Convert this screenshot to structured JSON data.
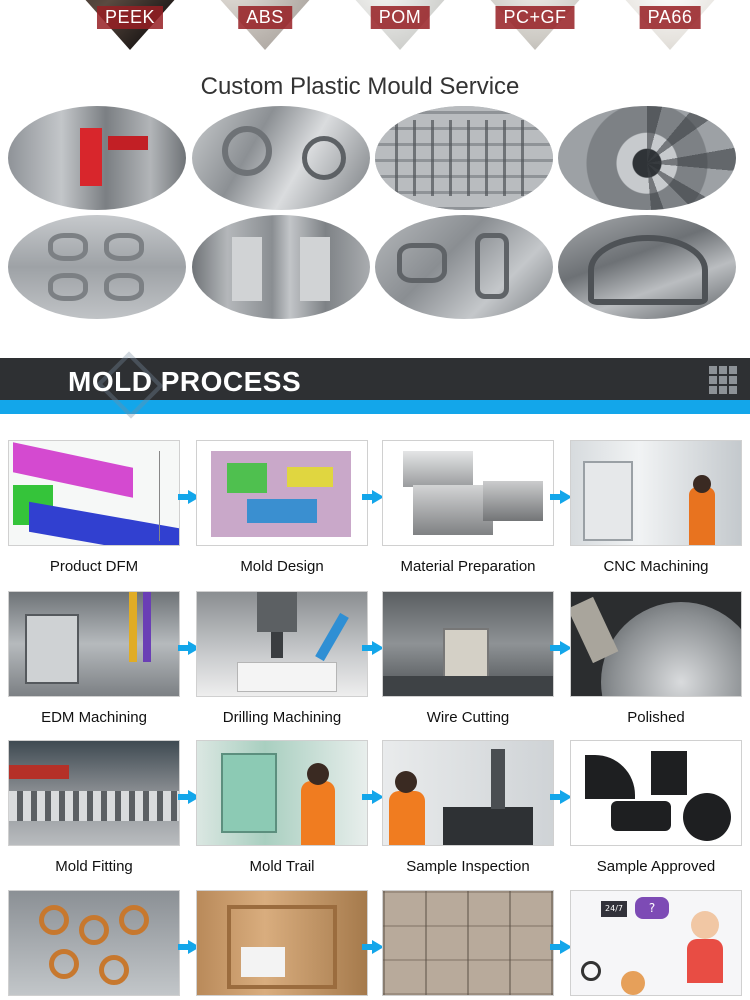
{
  "materials": {
    "items": [
      {
        "label": "PEEK",
        "color": "#3d3430"
      },
      {
        "label": "ABS",
        "color": "#c7c2bc"
      },
      {
        "label": "POM",
        "color": "#dcdcd8"
      },
      {
        "label": "PC+GF",
        "color": "#d8d6d2"
      },
      {
        "label": "PA66",
        "color": "#efede9"
      }
    ]
  },
  "service": {
    "title": "Custom Plastic Mould Service",
    "moulds": [
      {
        "name": "mould-photo-red-slide",
        "tone": "#8f9398",
        "accent": "#d8262c"
      },
      {
        "name": "mould-photo-steel-cavity",
        "tone": "#a9adb1",
        "accent": "#7f8387"
      },
      {
        "name": "mould-photo-grid-cavity",
        "tone": "#9ea2a6",
        "accent": "#6d7175"
      },
      {
        "name": "mould-photo-fan-core",
        "tone": "#8b8f93",
        "accent": "#5b5f63"
      },
      {
        "name": "mould-photo-twin-cavity",
        "tone": "#b6babe",
        "accent": "#8a8e92"
      },
      {
        "name": "mould-photo-deep-cavity",
        "tone": "#7f8387",
        "accent": "#a4a8ac"
      },
      {
        "name": "mould-photo-bracket-core",
        "tone": "#a0a4a8",
        "accent": "#6c7074"
      },
      {
        "name": "mould-photo-curved-insert",
        "tone": "#8c9094",
        "accent": "#63676b"
      }
    ]
  },
  "process": {
    "title": "MOLD PROCESS",
    "accent": "#13a6ea",
    "banner_color": "#2e3033",
    "steps": [
      {
        "label": "Product DFM",
        "tone": "#e8f0ee"
      },
      {
        "label": "Mold Design",
        "tone": "#d7d2e0"
      },
      {
        "label": "Material  Preparation",
        "tone": "#d9d9d9"
      },
      {
        "label": "CNC Machining",
        "tone": "#c9cfd4"
      },
      {
        "label": "EDM Machining",
        "tone": "#8c9296"
      },
      {
        "label": "Drilling Machining",
        "tone": "#a8acaf"
      },
      {
        "label": "Wire Cutting",
        "tone": "#6e7173"
      },
      {
        "label": "Polished",
        "tone": "#5c5f62"
      },
      {
        "label": "Mold Fitting",
        "tone": "#7d8185"
      },
      {
        "label": "Mold Trail",
        "tone": "#b9cfc6"
      },
      {
        "label": "Sample Inspection",
        "tone": "#cfd3d6"
      },
      {
        "label": "Sample Approved",
        "tone": "#f5f5f5"
      },
      {
        "label": "",
        "tone": "#b9bec2"
      },
      {
        "label": "",
        "tone": "#d6a878"
      },
      {
        "label": "",
        "tone": "#a79a8c"
      },
      {
        "label": "",
        "tone": "#f3f3f5"
      }
    ]
  }
}
